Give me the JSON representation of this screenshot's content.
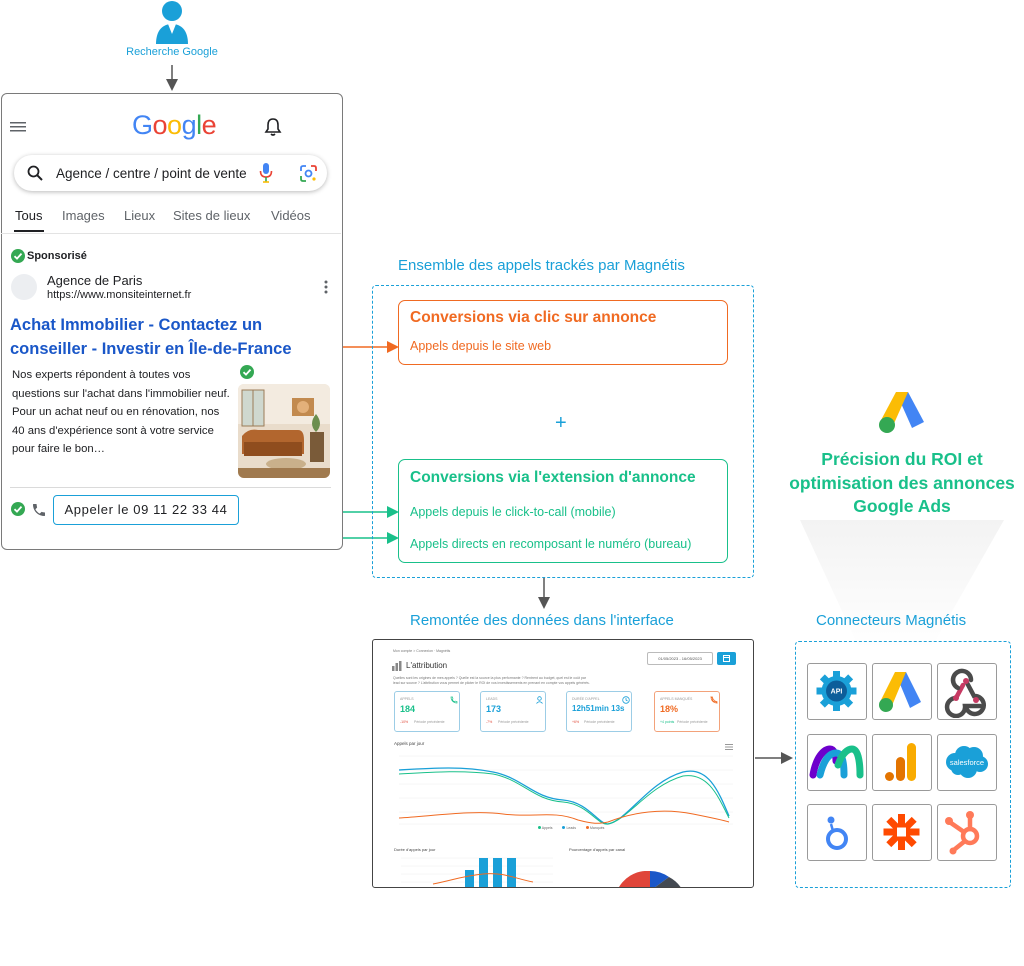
{
  "user": {
    "label": "Recherche Google",
    "icon": "user-icon"
  },
  "phone": {
    "logo": "Google",
    "search_text": "Agence / centre / point de vente",
    "tabs": [
      "Tous",
      "Images",
      "Lieux",
      "Sites de lieux",
      "Vidéos"
    ],
    "sponsor": "Sponsorisé",
    "advertiser": "Agence de Paris",
    "url": "https://www.monsiteinternet.fr",
    "ad_title": "Achat Immobilier - Contactez un conseiller - Investir en Île-de-France",
    "ad_description": "Nos experts répondent à toutes vos questions sur l'achat dans l'immobilier neuf. Pour un achat neuf ou en rénovation, nos 40 ans d'expérience sont à votre service pour faire le bon…",
    "call_button": "Appeler le 09 11 22 33 44"
  },
  "tracked": {
    "title": "Ensemble des appels trackés par Magnétis",
    "box1": {
      "title": "Conversions via clic sur annonce",
      "line": "Appels depuis le site web"
    },
    "plus": "+",
    "box2": {
      "title": "Conversions via l'extension d'annonce",
      "line1": "Appels depuis le click-to-call (mobile)",
      "line2": "Appels directs en recomposant le numéro (bureau)"
    }
  },
  "dashboard": {
    "title": "Remontée des données dans l'interface",
    "breadcrumb": "Mon compte  >  Connexion  ·  Magnétis",
    "page_title": "L'attribution",
    "intro": "Quelles sont les origines de mes appels ? Quelle est la source la plus performante ? Rentrent au budget, quel est le coût par lead sur source ? L'attribution vous permet de piloter le ROI de vos investissements en prenant en compte vos appels générés.",
    "date_range": "01/05/2023 - 16/05/2023",
    "kpis": [
      {
        "label": "APPELS",
        "value": "184",
        "delta": "-10%",
        "note": "Période précédente"
      },
      {
        "label": "LEADS",
        "value": "173",
        "delta": "-7%",
        "note": "Période précédente"
      },
      {
        "label": "DURÉE D'APPEL",
        "value": "12h51min 13s",
        "delta": "+6%",
        "note": "Période précédente"
      },
      {
        "label": "APPELS MANQUÉS",
        "value": "18%",
        "delta": "+4 points",
        "note": "Période précédente"
      }
    ],
    "chart1_title": "Appels par jour",
    "chart1_legend": [
      "Appels",
      "Leads",
      "Manqués"
    ],
    "chart2_title": "Durée d'appels par jour",
    "chart3_title": "Pourcentage d'appels par canal"
  },
  "roi": {
    "line1": "Précision du ROI et",
    "line2": "optimisation des annonces",
    "line3": "Google Ads"
  },
  "connectors": {
    "title": "Connecteurs Magnétis",
    "items": [
      "api-icon",
      "google-ads-icon",
      "webhook-icon",
      "make-icon",
      "google-analytics-icon",
      "salesforce-icon",
      "looker-studio-icon",
      "zapier-icon",
      "hubspot-icon"
    ],
    "salesforce_label": "salesforce",
    "api_label": "API"
  },
  "colors": {
    "brand_blue": "#1aa0d8",
    "orange": "#f06a22",
    "green": "#19c08a",
    "ad_link": "#1a57c8"
  }
}
